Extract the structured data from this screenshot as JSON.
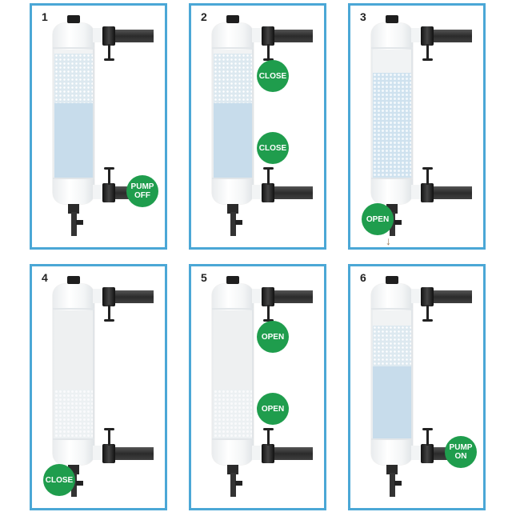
{
  "colors": {
    "border": "#4ba7d6",
    "badge": "#1f9d4d"
  },
  "panels": [
    {
      "number": "1",
      "foam_top": 0.03,
      "liquid_top": 0.42,
      "mode": "foam-liquid",
      "arrow": false,
      "badges": [
        {
          "lines": [
            "PUMP",
            "OFF"
          ],
          "placement": "bottom-pipe"
        }
      ]
    },
    {
      "number": "2",
      "foam_top": 0.03,
      "liquid_top": 0.42,
      "mode": "foam-liquid",
      "arrow": false,
      "badges": [
        {
          "lines": [
            "CLOSE"
          ],
          "placement": "top-valve"
        },
        {
          "lines": [
            "CLOSE"
          ],
          "placement": "bottom-valve"
        }
      ]
    },
    {
      "number": "3",
      "foam_top": 0.18,
      "liquid_top": 0.18,
      "mode": "bubbly",
      "arrow": true,
      "badges": [
        {
          "lines": [
            "OPEN"
          ],
          "placement": "drain"
        }
      ]
    },
    {
      "number": "4",
      "foam_top": 0.62,
      "liquid_top": 1,
      "mode": "beads",
      "arrow": false,
      "badges": [
        {
          "lines": [
            "CLOSE"
          ],
          "placement": "drain"
        }
      ]
    },
    {
      "number": "5",
      "foam_top": 0.62,
      "liquid_top": 1,
      "mode": "beads",
      "arrow": false,
      "badges": [
        {
          "lines": [
            "OPEN"
          ],
          "placement": "top-valve"
        },
        {
          "lines": [
            "OPEN"
          ],
          "placement": "bottom-valve"
        }
      ]
    },
    {
      "number": "6",
      "foam_top": 0.12,
      "liquid_top": 0.44,
      "mode": "foam-liquid",
      "arrow": false,
      "badges": [
        {
          "lines": [
            "PUMP",
            "ON"
          ],
          "placement": "bottom-pipe"
        }
      ]
    }
  ]
}
